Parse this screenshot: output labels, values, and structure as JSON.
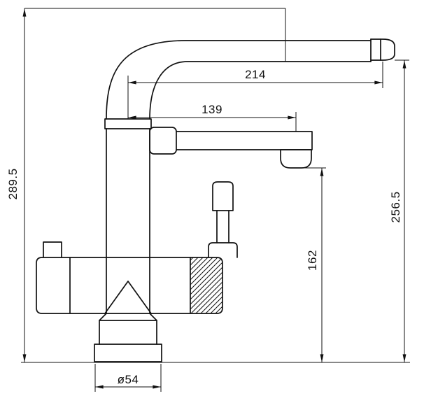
{
  "colors": {
    "line": "#111111",
    "background": "#ffffff"
  },
  "dimensions": {
    "overall_height": "289.5",
    "upper_spout_reach": "214",
    "lower_spout_reach": "139",
    "upper_outlet_height": "256.5",
    "lower_outlet_height": "162",
    "base_diameter": "ø54"
  }
}
